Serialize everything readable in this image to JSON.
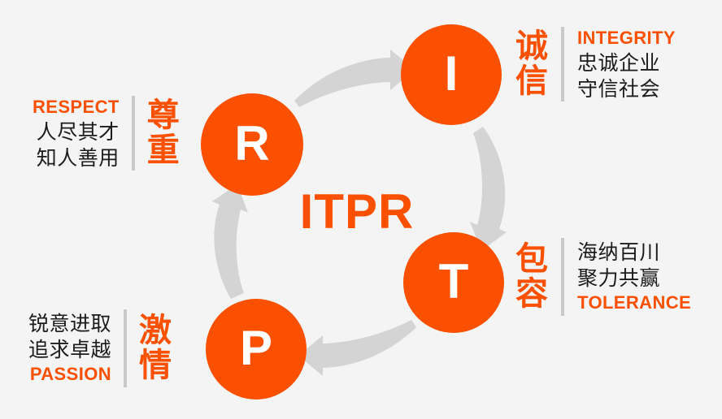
{
  "theme": {
    "background": "#f4f4f4",
    "accent": "#fa5000",
    "arrow_gray": "#d4d4d4",
    "divider_gray": "#c9c9c9",
    "text_dark": "#1b1b1b",
    "circle_letter_color": "#ffffff"
  },
  "center": {
    "acronym": "ITPR"
  },
  "nodes": [
    {
      "id": "respect",
      "letter": "R"
    },
    {
      "id": "integrity",
      "letter": "I"
    },
    {
      "id": "tolerance",
      "letter": "T"
    },
    {
      "id": "passion",
      "letter": "P"
    }
  ],
  "blocks": {
    "respect": {
      "english": "RESPECT",
      "cn_line1": "人尽其才",
      "cn_line2": "知人善用",
      "cn_big": "尊\n重"
    },
    "integrity": {
      "english": "INTEGRITY",
      "cn_line1": "忠诚企业",
      "cn_line2": "守信社会",
      "cn_big": "诚\n信"
    },
    "tolerance": {
      "english": "TOLERANCE",
      "cn_line1": "海纳百川",
      "cn_line2": "聚力共赢",
      "cn_big": "包\n容"
    },
    "passion": {
      "english": "PASSION",
      "cn_line1": "锐意进取",
      "cn_line2": "追求卓越",
      "cn_big": "激\n情"
    }
  },
  "arrows": [
    {
      "id": "r-to-i",
      "from": "respect",
      "to": "integrity"
    },
    {
      "id": "i-to-t",
      "from": "integrity",
      "to": "tolerance"
    },
    {
      "id": "t-to-p",
      "from": "tolerance",
      "to": "passion"
    },
    {
      "id": "p-to-r",
      "from": "passion",
      "to": "respect"
    }
  ]
}
